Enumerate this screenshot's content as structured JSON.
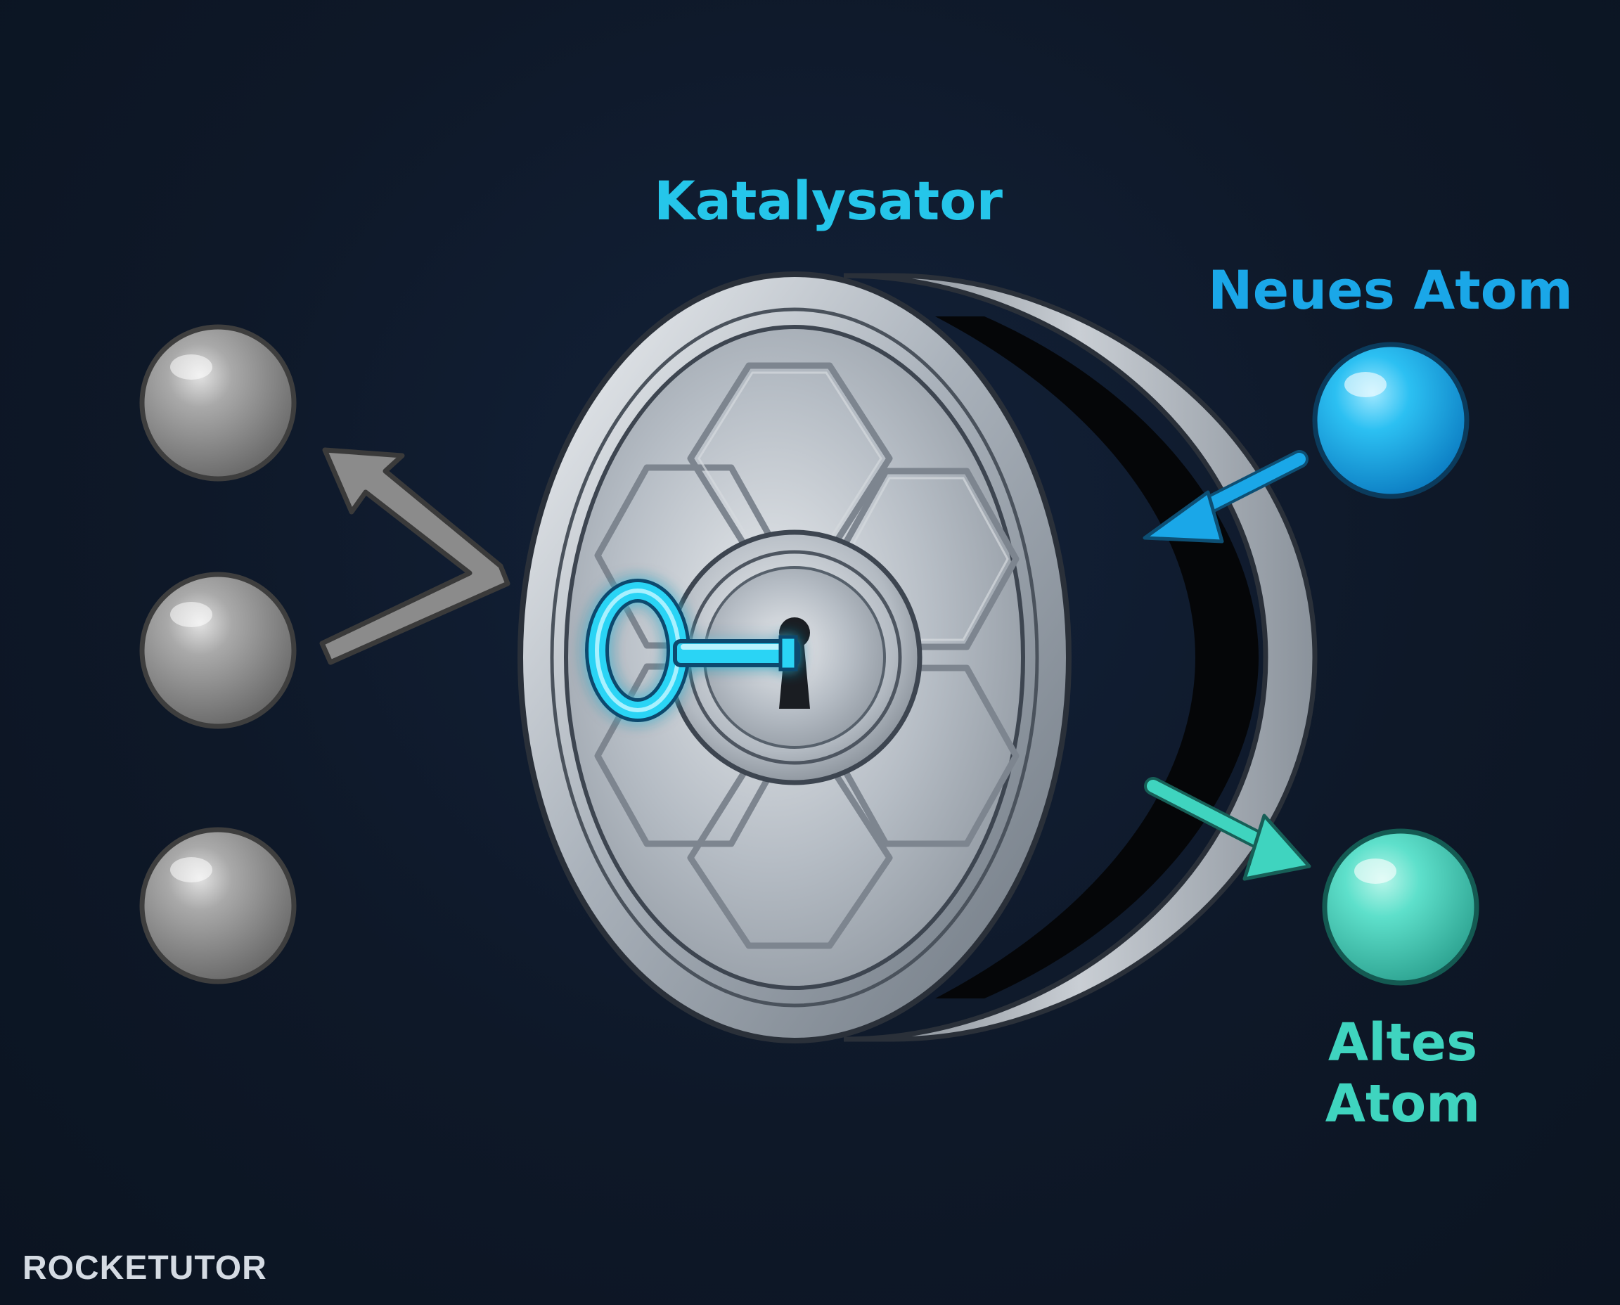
{
  "labels": {
    "catalyst": "Katalysator",
    "new_atom": "Neues Atom",
    "old_atom": "Altes Atom"
  },
  "branding": {
    "logo_text": "ROCKETUTOR"
  },
  "colors": {
    "background": "#0f1a29",
    "catalyst_label": "#25c6ea",
    "new_atom": "#1aa7e8",
    "old_atom": "#3fd4bf",
    "grey_atom": "#8a8a8a",
    "key_glow": "#2ad4f5",
    "metal": "#b9c0c8"
  },
  "icons": {
    "catalyst_disk": "vault-door-icon",
    "key": "key-icon",
    "keyhole": "keyhole-icon"
  }
}
